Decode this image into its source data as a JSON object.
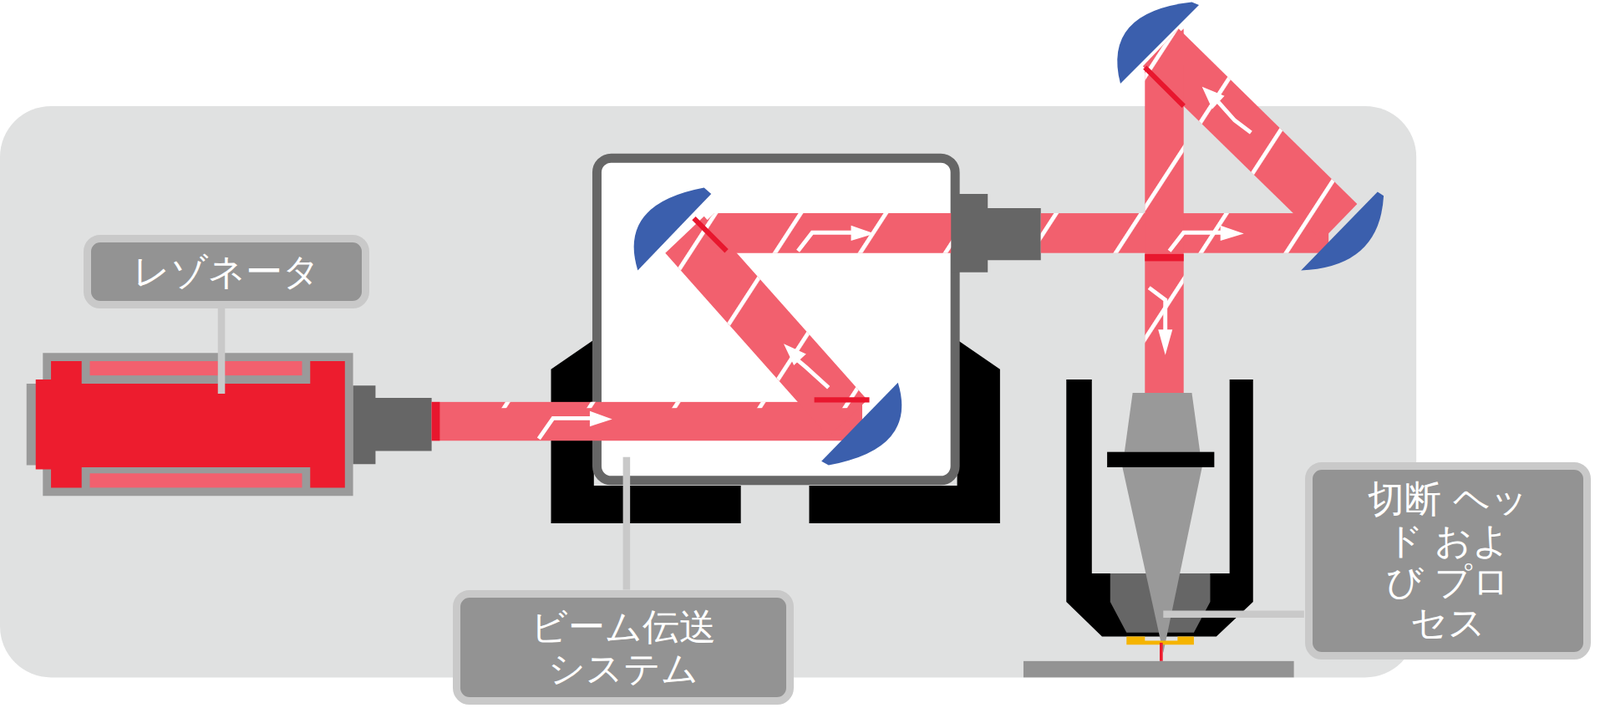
{
  "diagram": {
    "nodes": [
      {
        "text": [
          "レゾネータ"
        ]
      },
      {
        "text": [
          "ビーム伝送 システム"
        ]
      },
      {
        "text": [
          "切断 ヘッド および プロセス"
        ]
      }
    ]
  }
}
